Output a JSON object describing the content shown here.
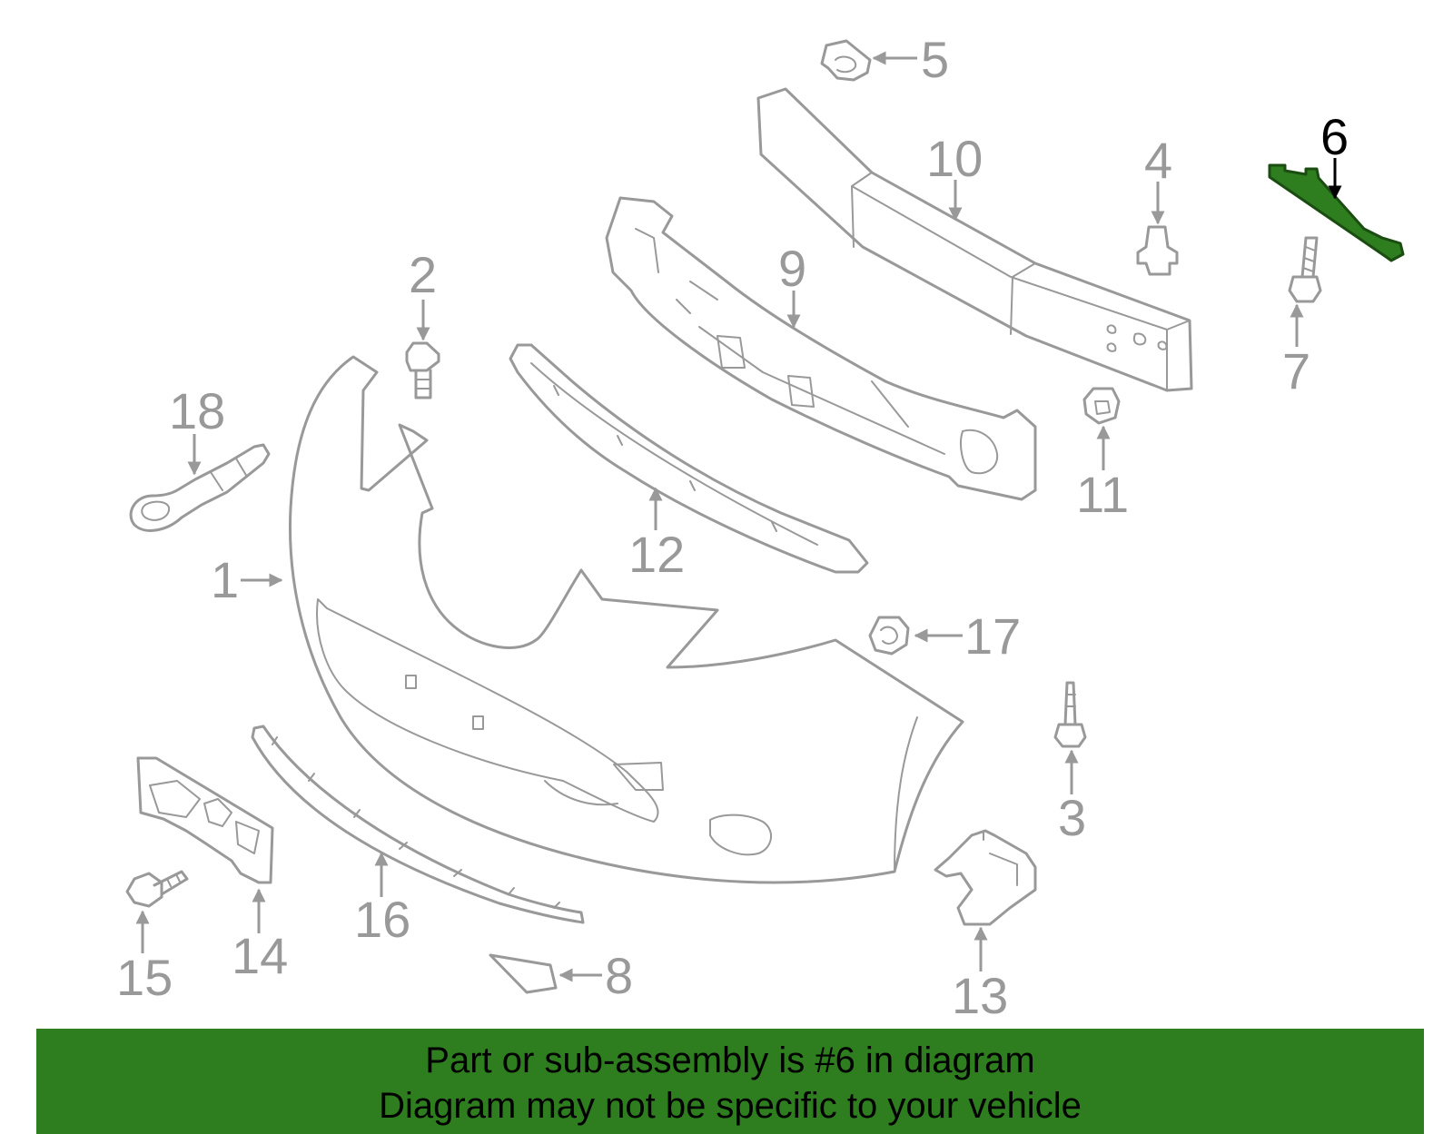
{
  "diagram": {
    "highlight_color": "#2e7d1f",
    "line_color": "#999999",
    "highlighted_part": "6",
    "callouts": [
      "1",
      "2",
      "3",
      "4",
      "5",
      "6",
      "7",
      "8",
      "9",
      "10",
      "11",
      "12",
      "13",
      "14",
      "15",
      "16",
      "17",
      "18"
    ]
  },
  "banner": {
    "line1": "Part or sub-assembly is #6 in diagram",
    "line2": "Diagram may not be specific to your vehicle"
  }
}
